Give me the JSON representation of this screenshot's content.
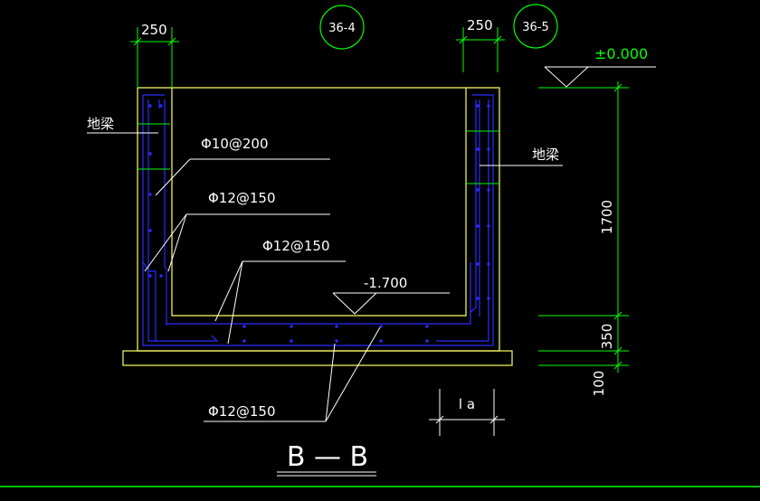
{
  "drawing": {
    "section_title": "B — B",
    "colors": {
      "background": "#000000",
      "outline": "#ffff66",
      "rebar": "#2b2bff",
      "dimension": "#00ff00",
      "text": "#ffffff",
      "bubble": "#00ff00"
    },
    "axis_bubbles": {
      "left": "36-4",
      "right": "36-5"
    },
    "dimensions": {
      "top_left_width": "250",
      "top_right_width": "250",
      "height_upper": "1700",
      "height_middle": "350",
      "height_lower": "100",
      "anchor_length": "l a"
    },
    "elevations": {
      "top": "±0.000",
      "bottom": "-1.700"
    },
    "labels": {
      "left_ground_beam": "地梁",
      "right_ground_beam": "地梁",
      "rebar_1": "Φ10@200",
      "rebar_2": "Φ12@150",
      "rebar_3": "Φ12@150",
      "rebar_4": "Φ12@150"
    }
  }
}
